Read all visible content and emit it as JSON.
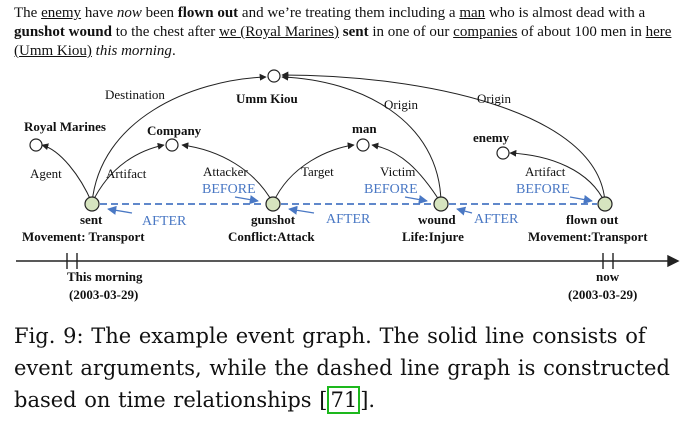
{
  "sentence": {
    "s1": "The ",
    "w_enemy": "enemy",
    "s2": " have ",
    "w_now": "now",
    "s3": " been ",
    "w_flown_out": "flown out",
    "s4": " and we’re treating them including a ",
    "w_man": "man",
    "s5": " who is almost dead with a ",
    "w_gunshot": "gunshot",
    "s6": " ",
    "w_wound": "wound",
    "s7": " to the chest after ",
    "w_royal_marines": "we (Royal Marines)",
    "s8": " ",
    "w_sent": "sent",
    "s9": " in one of our ",
    "w_companies": "companies",
    "s10": " of about 100 men in ",
    "w_here": "here (Umm Kiou)",
    "s11": " ",
    "w_this_morning": "this morning",
    "s12": "."
  },
  "graph": {
    "entities": {
      "royal_marines": "Royal Marines",
      "company": "Company",
      "umm_kiou": "Umm Kiou",
      "man": "man",
      "enemy": "enemy"
    },
    "events": {
      "sent": {
        "trigger": "sent",
        "type": "Movement: Transport"
      },
      "gunshot": {
        "trigger": "gunshot",
        "type": "Conflict:Attack"
      },
      "wound": {
        "trigger": "wound",
        "type": "Life:Injure"
      },
      "flown_out": {
        "trigger": "flown out",
        "type": "Movement:Transport"
      }
    },
    "roles": {
      "destination": "Destination",
      "agent": "Agent",
      "artifact1": "Artifact",
      "attacker": "Attacker",
      "target": "Target",
      "victim": "Victim",
      "origin1": "Origin",
      "origin2": "Origin",
      "artifact2": "Artifact"
    },
    "temporal": {
      "before1": "BEFORE",
      "before2": "BEFORE",
      "before3": "BEFORE",
      "after1": "AFTER",
      "after2": "AFTER",
      "after3": "AFTER"
    },
    "timeline": {
      "this_morning": "This morning",
      "this_morning_date": "(2003-03-29)",
      "now": "now",
      "now_date": "(2003-03-29)"
    }
  },
  "caption": {
    "prefix": "Fig. 9: The example event graph. The solid line consists of event arguments, while the dashed line graph is constructed based on time relationships ",
    "open_bracket": "[",
    "citation": "71",
    "close_bracket": "]",
    "suffix": "."
  },
  "colors": {
    "event_node_fill": "#d6e4bf",
    "dashed_line": "#4a78c4",
    "citation_box": "#1db81d"
  }
}
